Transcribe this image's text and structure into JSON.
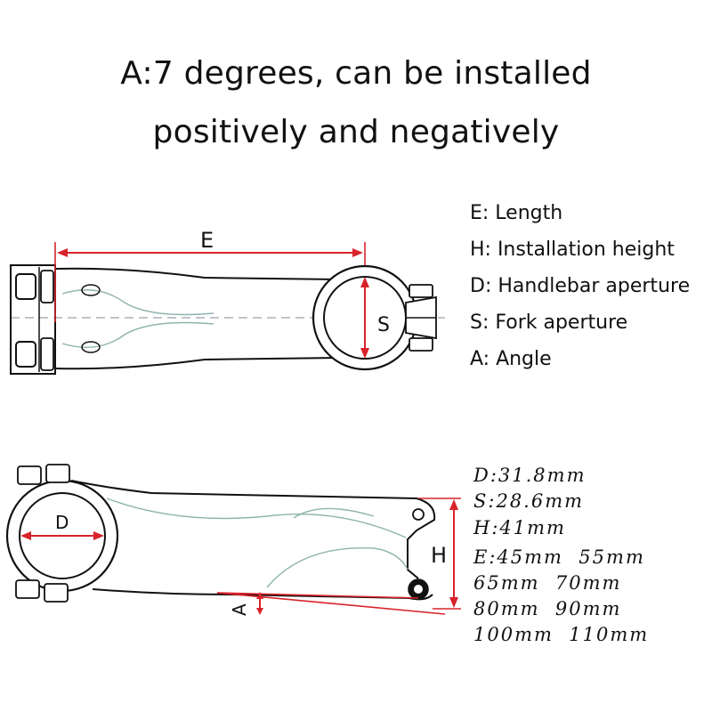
{
  "title": {
    "line1": "A:7 degrees, can be installed",
    "line2": "positively and negatively"
  },
  "legend": [
    "E: Length",
    "H: Installation height",
    "D: Handlebar aperture",
    "S: Fork aperture",
    "A: Angle"
  ],
  "specs": [
    "D:31.8mm",
    "S:28.6mm",
    "H:41mm",
    "E:45mm  55mm",
    "65mm  70mm",
    "80mm  90mm",
    "100mm  110mm"
  ],
  "dimension_labels": {
    "e": "E",
    "s": "S",
    "d": "D",
    "h": "H",
    "a": "A"
  },
  "colors": {
    "dimension": "#d8232a",
    "outline": "#111111",
    "centerline": "#9aa0a6",
    "contour": "#8fb3ad"
  }
}
